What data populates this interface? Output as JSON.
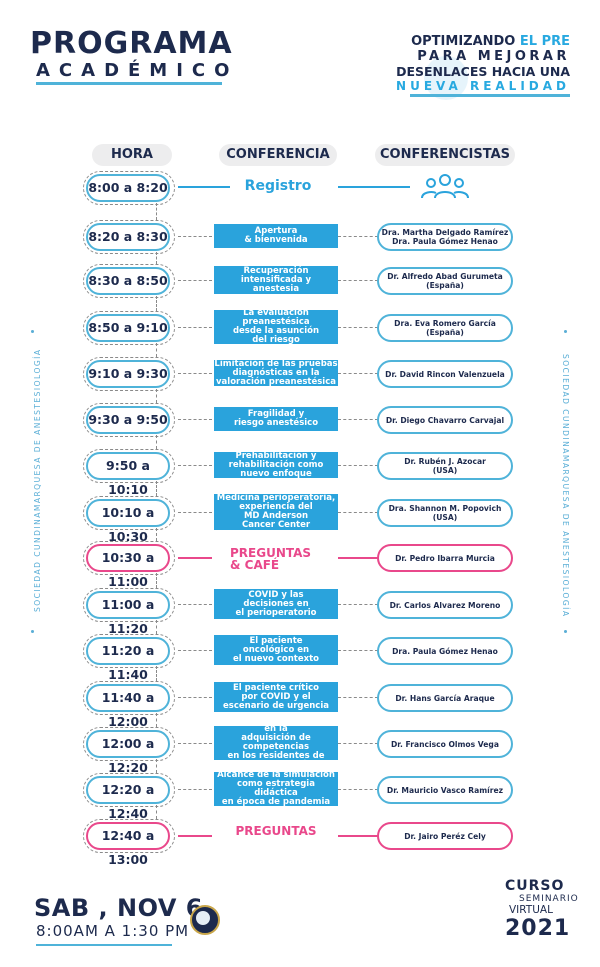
{
  "header": {
    "title_line1": "PROGRAMA",
    "title_line2": "ACADÉMICO",
    "tagline_part1": "OPTIMIZANDO ",
    "tagline_highlight": "EL PRE",
    "tagline_line2": "PARA MEJORAR",
    "tagline_line3": "DESENLACES HACIA UNA",
    "tagline_line4": "NUEVA REALIDAD"
  },
  "columns": {
    "hora": "HORA",
    "conferencia": "CONFERENCIA",
    "conferencistas": "CONFERENCISTAS"
  },
  "side_text": "SOCIEDAD CUNDINAMARQUESA DE ANESTESIOLOGÍA",
  "registro": {
    "time": "8:00 a 8:20",
    "label": "Registro"
  },
  "sessions": [
    {
      "time": "8:20 a 8:30",
      "title": [
        "Apertura",
        "& bienvenida"
      ],
      "speaker": [
        "Dra. Martha Delgado Ramírez",
        "Dra. Paula Gómez Henao"
      ]
    },
    {
      "time": "8:30 a 8:50",
      "title": [
        "Recuperación",
        "intensificada y",
        "anestesia"
      ],
      "speaker": [
        "Dr. Alfredo Abad Gurumeta",
        "(España)"
      ]
    },
    {
      "time": "8:50 a 9:10",
      "title": [
        "La evaluación",
        "preanestésica",
        "desde la asunción",
        "del riesgo"
      ],
      "speaker": [
        "Dra. Eva Romero García",
        "(España)"
      ]
    },
    {
      "time": "9:10 a 9:30",
      "title": [
        "Limitación de las pruebas",
        "diagnósticas en la",
        "valoración preanestésica"
      ],
      "speaker": [
        "Dr. David Rincon Valenzuela"
      ]
    },
    {
      "time": "9:30 a 9:50",
      "title": [
        "Fragilidad y",
        "riesgo anestésico"
      ],
      "speaker": [
        "Dr. Diego Chavarro Carvajal"
      ]
    },
    {
      "time": "9:50 a 10:10",
      "title": [
        "Prehabilitación y",
        "rehabilitación como",
        "nuevo enfoque"
      ],
      "speaker": [
        "Dr. Rubén J. Azocar",
        "(USA)"
      ]
    },
    {
      "time": "10:10 a 10:30",
      "title": [
        "Medicina perioperatoria,",
        "experiencia del",
        "MD Anderson",
        "Cancer Center"
      ],
      "speaker": [
        "Dra. Shannon M. Popovich",
        "(USA)"
      ]
    },
    {
      "time": "10:30 a 11:00",
      "title": [
        "PREGUNTAS",
        "& CAFÉ"
      ],
      "speaker": [
        "Dr. Pedro Ibarra Murcia"
      ],
      "highlight": true
    },
    {
      "time": "11:00 a 11:20",
      "title": [
        "COVID y las",
        "decisiones en",
        "el perioperatorio"
      ],
      "speaker": [
        "Dr. Carlos Alvarez Moreno"
      ]
    },
    {
      "time": "11:20 a 11:40",
      "title": [
        "El paciente",
        "oncológico en",
        "el nuevo contexto"
      ],
      "speaker": [
        "Dra. Paula Gómez Henao"
      ]
    },
    {
      "time": "11:40 a 12:00",
      "title": [
        "El paciente crítico",
        "por COVID y el",
        "escenario de urgencia"
      ],
      "speaker": [
        "Dr. Hans García Araque"
      ]
    },
    {
      "time": "12:00 a 12:20",
      "title": [
        "Impacto de la pandemia en la",
        "adquisición de competencias",
        "en los residentes de",
        "anestesiología"
      ],
      "speaker": [
        "Dr. Francisco Olmos Vega"
      ]
    },
    {
      "time": "12:20 a 12:40",
      "title": [
        "Alcance de la simulación",
        "como estrategia didáctica",
        "en época de pandemia"
      ],
      "speaker": [
        "Dr. Mauricio Vasco Ramírez"
      ]
    },
    {
      "time": "12:40 a 13:00",
      "title": [
        "PREGUNTAS"
      ],
      "speaker": [
        "Dr. Jairo Peréz Cely"
      ],
      "highlight": true
    }
  ],
  "footer": {
    "date": "SAB , NOV 6",
    "time": "8:00AM A 1:30 PM",
    "curso": "CURSO",
    "seminario": "SEMINARIO",
    "virtual": "VIRTUAL",
    "year": "2021"
  },
  "colors": {
    "navy": "#1d2a4d",
    "blue": "#2aa3dc",
    "light_blue": "#4fb3d9",
    "pink": "#e9488b"
  }
}
